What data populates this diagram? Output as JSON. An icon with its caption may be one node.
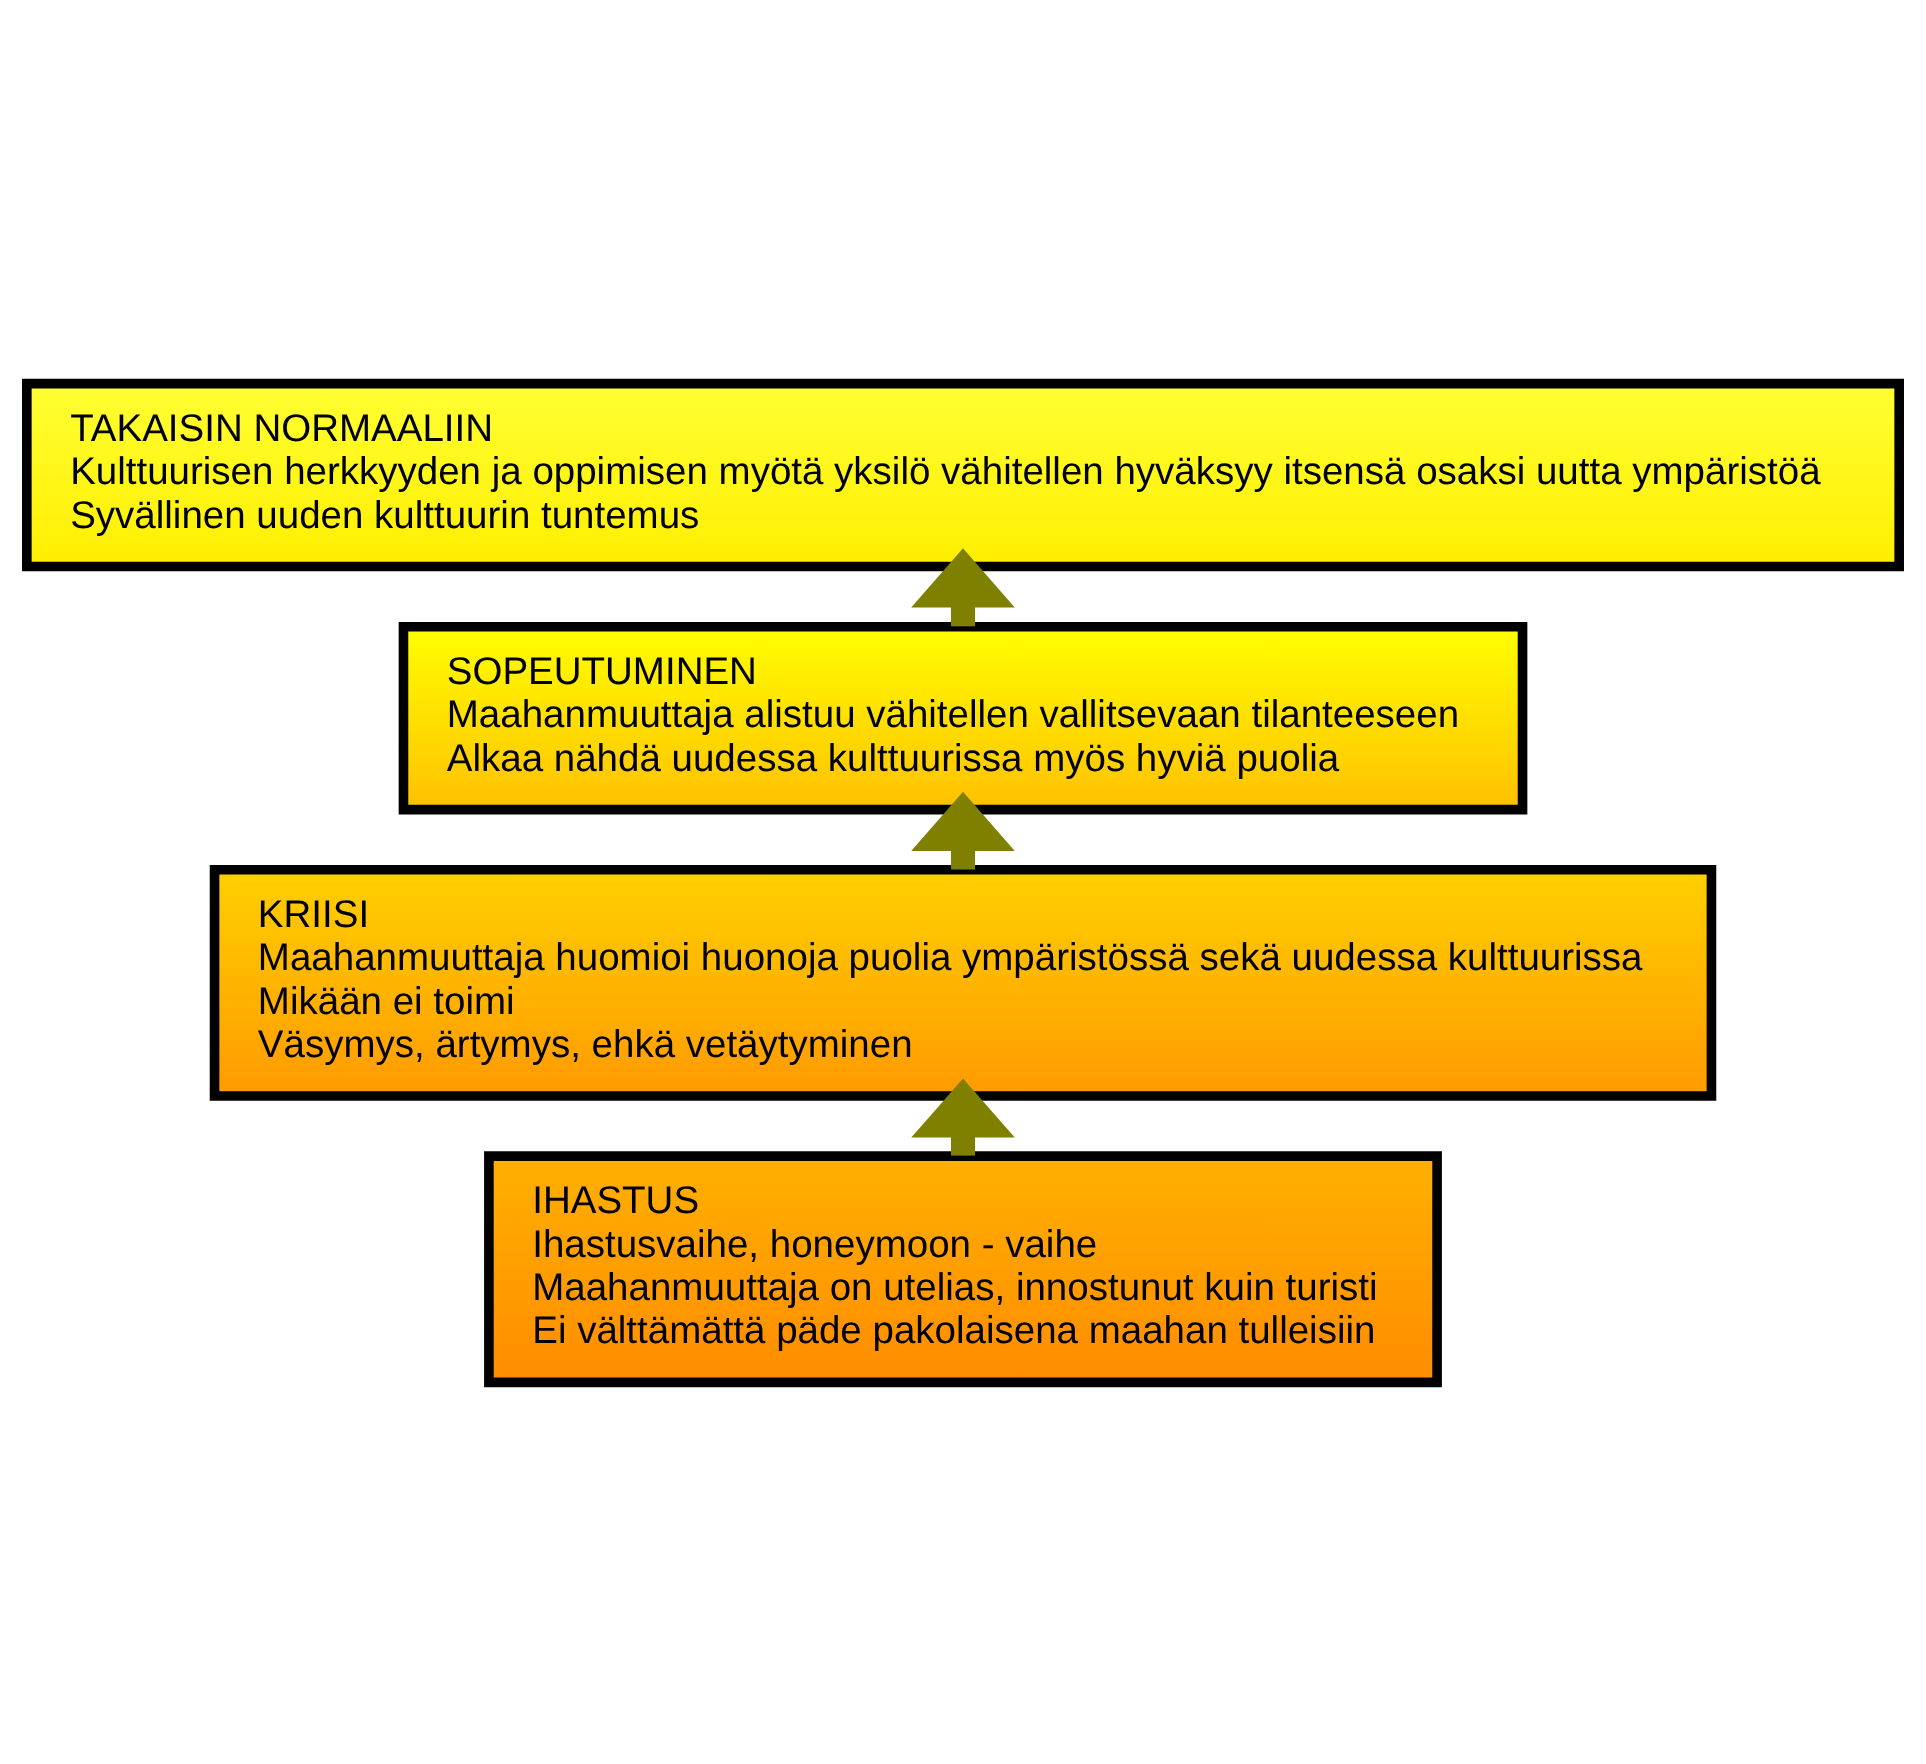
{
  "diagram": {
    "nodes": [
      {
        "text": [
          "TAKAISIN NORMAALIIN",
          "Kulttuurisen herkkyyden ja oppimisen myötä yksilö vähitellen hyväksyy itsensä osaksi uutta ympäristöä",
          "Syvällinen uuden kulttuurin tuntemus"
        ]
      },
      {
        "text": [
          "SOPEUTUMINEN",
          "Maahanmuuttaja alistuu vähitellen vallitsevaan tilanteeseen",
          "Alkaa nähdä uudessa kulttuurissa myös hyviä puolia"
        ]
      },
      {
        "text": [
          "KRIISI",
          "Maahanmuuttaja huomioi huonoja puolia ympäristössä sekä uudessa kulttuurissa",
          "Mikään ei toimi",
          "Väsymys, ärtymys, ehkä vetäytyminen"
        ]
      },
      {
        "text": [
          "IHASTUS",
          "Ihastusvaihe, honeymoon - vaihe",
          "Maahanmuuttaja on utelias, innostunut kuin turisti",
          "Ei välttämättä päde pakolaisena maahan tulleisiin"
        ]
      }
    ],
    "edges": [
      {
        "from": 3,
        "to": 2,
        "arrow": "to"
      },
      {
        "from": 2,
        "to": 1,
        "arrow": "to"
      },
      {
        "from": 1,
        "to": 0,
        "arrow": "to"
      }
    ]
  }
}
